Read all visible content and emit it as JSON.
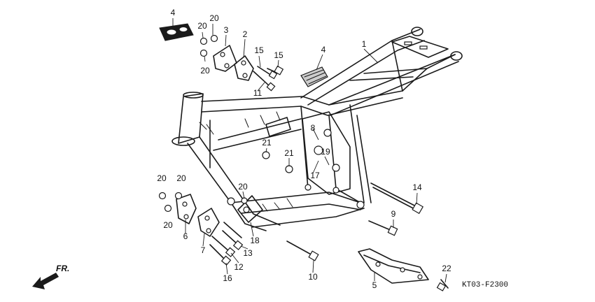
{
  "diagram": {
    "code": "KT03-F2300",
    "direction_label": "FR.",
    "callouts": [
      {
        "id": "c4a",
        "text": "4"
      },
      {
        "id": "c20a",
        "text": "20"
      },
      {
        "id": "c20b",
        "text": "20"
      },
      {
        "id": "c20c",
        "text": "20"
      },
      {
        "id": "c3",
        "text": "3"
      },
      {
        "id": "c2",
        "text": "2"
      },
      {
        "id": "c15a",
        "text": "15"
      },
      {
        "id": "c15b",
        "text": "15"
      },
      {
        "id": "c11",
        "text": "11"
      },
      {
        "id": "c4b",
        "text": "4"
      },
      {
        "id": "c1",
        "text": "1"
      },
      {
        "id": "c8",
        "text": "8"
      },
      {
        "id": "c21a",
        "text": "21"
      },
      {
        "id": "c21b",
        "text": "21"
      },
      {
        "id": "c19",
        "text": "19"
      },
      {
        "id": "c17",
        "text": "17"
      },
      {
        "id": "c20d",
        "text": "20"
      },
      {
        "id": "c20e",
        "text": "20"
      },
      {
        "id": "c20f",
        "text": "20"
      },
      {
        "id": "c20g",
        "text": "20"
      },
      {
        "id": "c6",
        "text": "6"
      },
      {
        "id": "c7",
        "text": "7"
      },
      {
        "id": "c18",
        "text": "18"
      },
      {
        "id": "c13",
        "text": "13"
      },
      {
        "id": "c12",
        "text": "12"
      },
      {
        "id": "c16",
        "text": "16"
      },
      {
        "id": "c14",
        "text": "14"
      },
      {
        "id": "c9",
        "text": "9"
      },
      {
        "id": "c10",
        "text": "10"
      },
      {
        "id": "c5",
        "text": "5"
      },
      {
        "id": "c22",
        "text": "22"
      }
    ]
  }
}
